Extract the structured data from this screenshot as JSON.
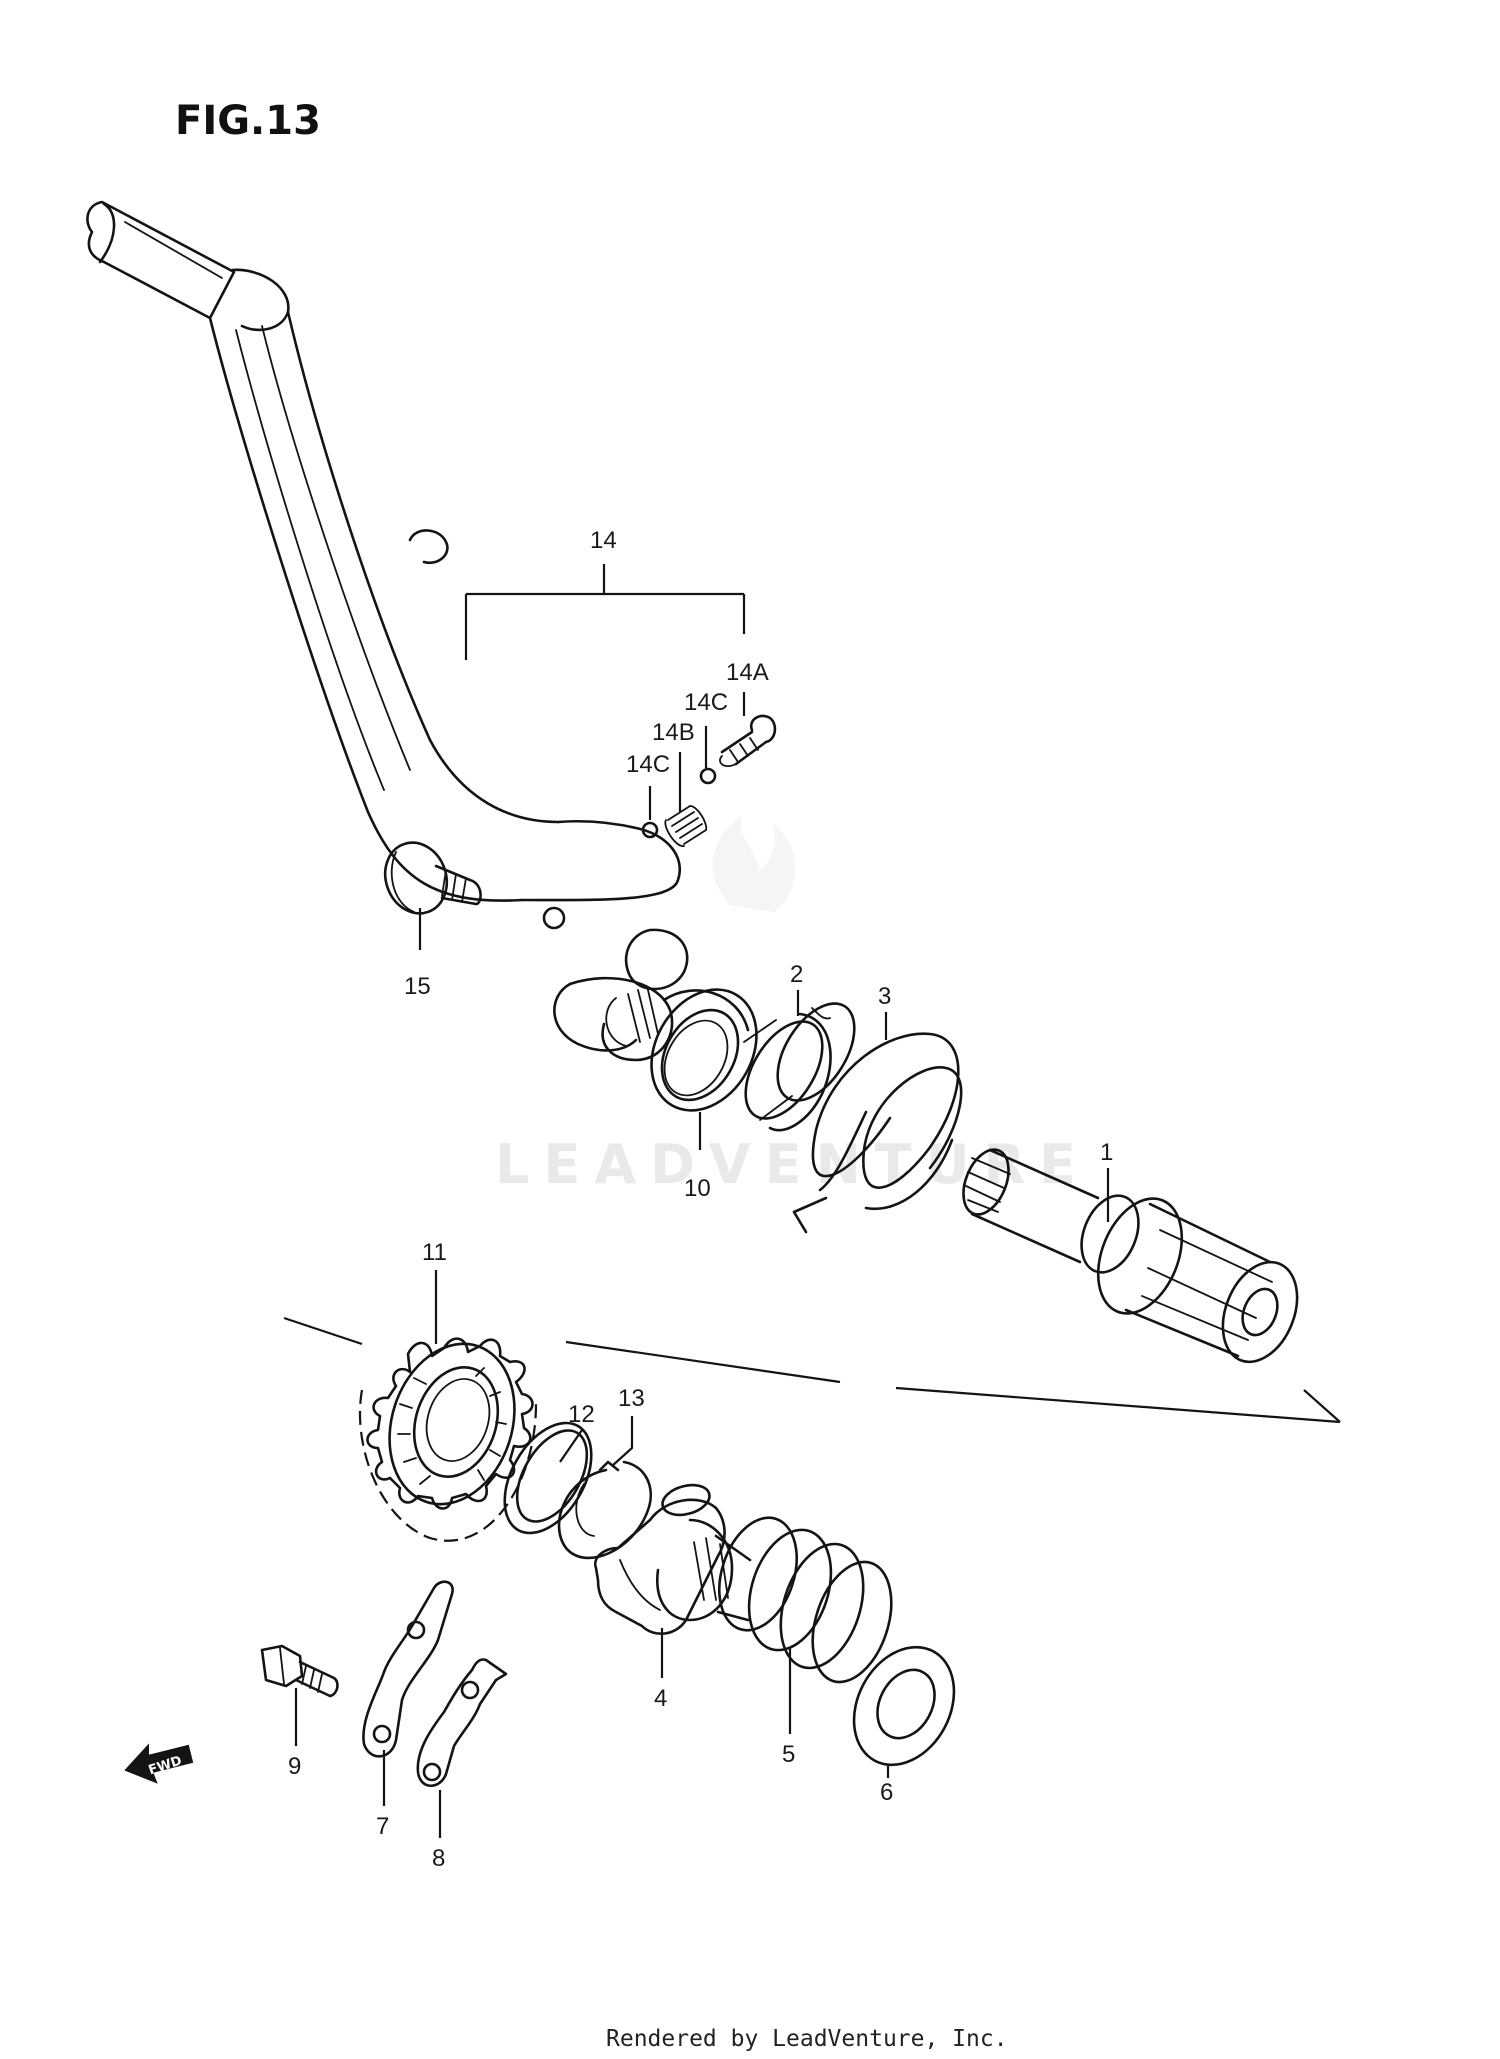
{
  "figure_label": "FIG.13",
  "watermark": "LEADVENTURE",
  "footer": "Rendered by LeadVenture, Inc.",
  "direction_arrow": "FWD",
  "callouts": {
    "c1": "1",
    "c2": "2",
    "c3": "3",
    "c4": "4",
    "c5": "5",
    "c6": "6",
    "c7": "7",
    "c8": "8",
    "c9": "9",
    "c10": "10",
    "c11": "11",
    "c12": "12",
    "c13": "13",
    "c14": "14",
    "c14a": "14A",
    "c14b": "14B",
    "c14c_upper": "14C",
    "c14c_lower": "14C",
    "c15": "15"
  },
  "parts": [
    {
      "ref": "1",
      "icon": "kick-starter-shaft"
    },
    {
      "ref": "2",
      "icon": "spring-guide"
    },
    {
      "ref": "3",
      "icon": "return-spring"
    },
    {
      "ref": "4",
      "icon": "ratchet"
    },
    {
      "ref": "5",
      "icon": "coil-spring"
    },
    {
      "ref": "6",
      "icon": "washer"
    },
    {
      "ref": "7",
      "icon": "plate"
    },
    {
      "ref": "8",
      "icon": "guide-plate"
    },
    {
      "ref": "9",
      "icon": "bolt"
    },
    {
      "ref": "10",
      "icon": "oil-seal"
    },
    {
      "ref": "11",
      "icon": "drive-gear"
    },
    {
      "ref": "12",
      "icon": "washer"
    },
    {
      "ref": "13",
      "icon": "circlip"
    },
    {
      "ref": "14",
      "icon": "kick-starter-lever"
    },
    {
      "ref": "14A",
      "icon": "screw"
    },
    {
      "ref": "14B",
      "icon": "spring"
    },
    {
      "ref": "14C",
      "icon": "ball"
    },
    {
      "ref": "15",
      "icon": "bolt"
    }
  ]
}
